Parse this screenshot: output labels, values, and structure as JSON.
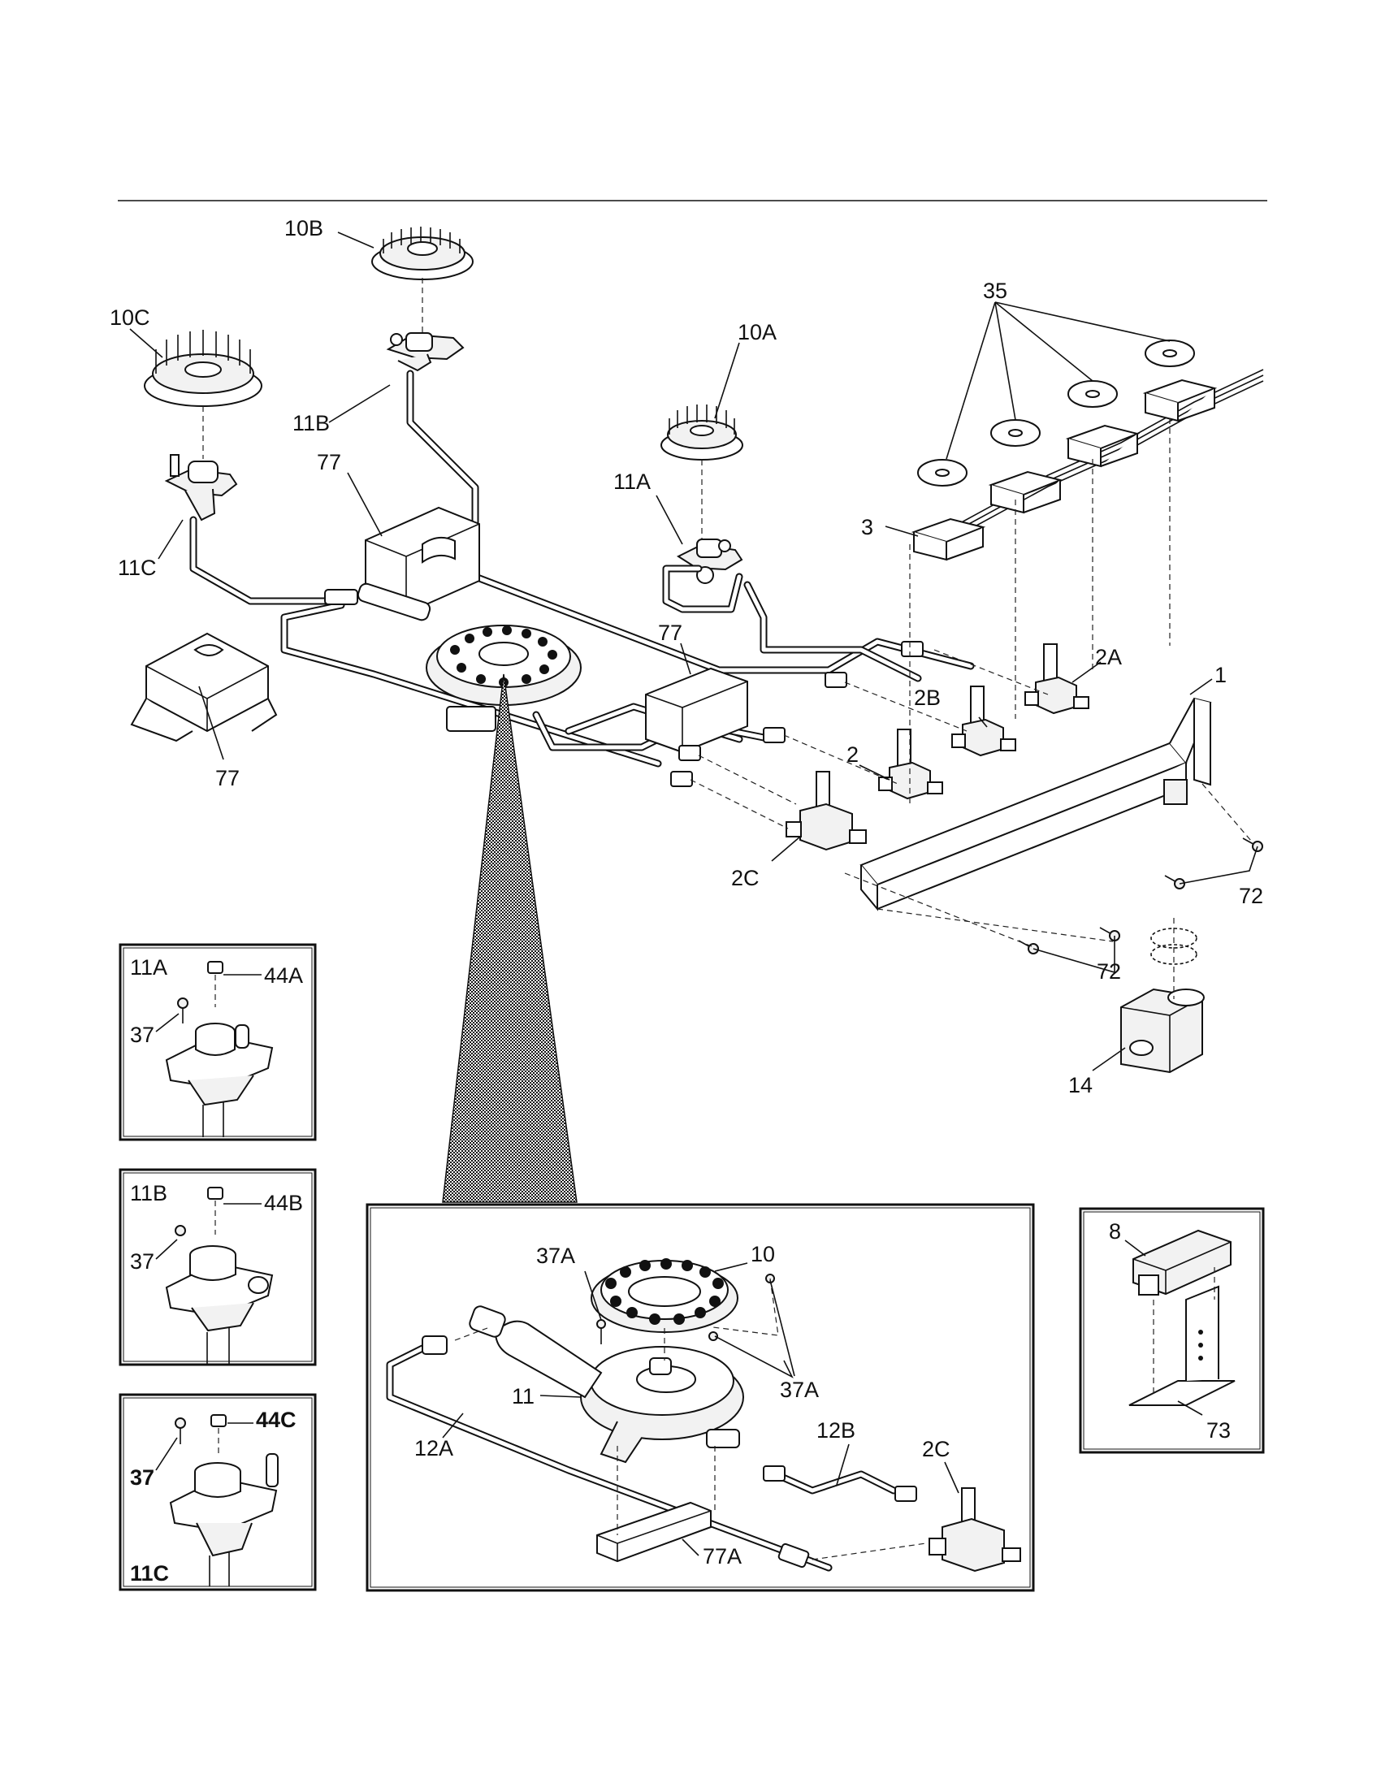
{
  "labels": {
    "p10B": "10B",
    "p10C": "10C",
    "p10A": "10A",
    "p11B": "11B",
    "p11C": "11C",
    "p11A": "11A",
    "p77_top": "77",
    "p77_mid": "77",
    "p77_left": "77",
    "p35": "35",
    "p3": "3",
    "p2A": "2A",
    "p2B": "2B",
    "p2": "2",
    "p2C": "2C",
    "p1": "1",
    "p72_right": "72",
    "p72_lower": "72",
    "p14": "14",
    "inset_11A_title": "11A",
    "inset_11A_44A": "44A",
    "inset_11A_37": "37",
    "inset_11B_title": "11B",
    "inset_11B_44B": "44B",
    "inset_11B_37": "37",
    "inset_11C_title": "11C",
    "inset_11C_44C": "44C",
    "inset_11C_37": "37",
    "detail_37A_top": "37A",
    "detail_10": "10",
    "detail_37A_right": "37A",
    "detail_11": "11",
    "detail_12A": "12A",
    "detail_12B": "12B",
    "detail_2C": "2C",
    "detail_77A": "77A",
    "inset_8": "8",
    "inset_73": "73"
  }
}
